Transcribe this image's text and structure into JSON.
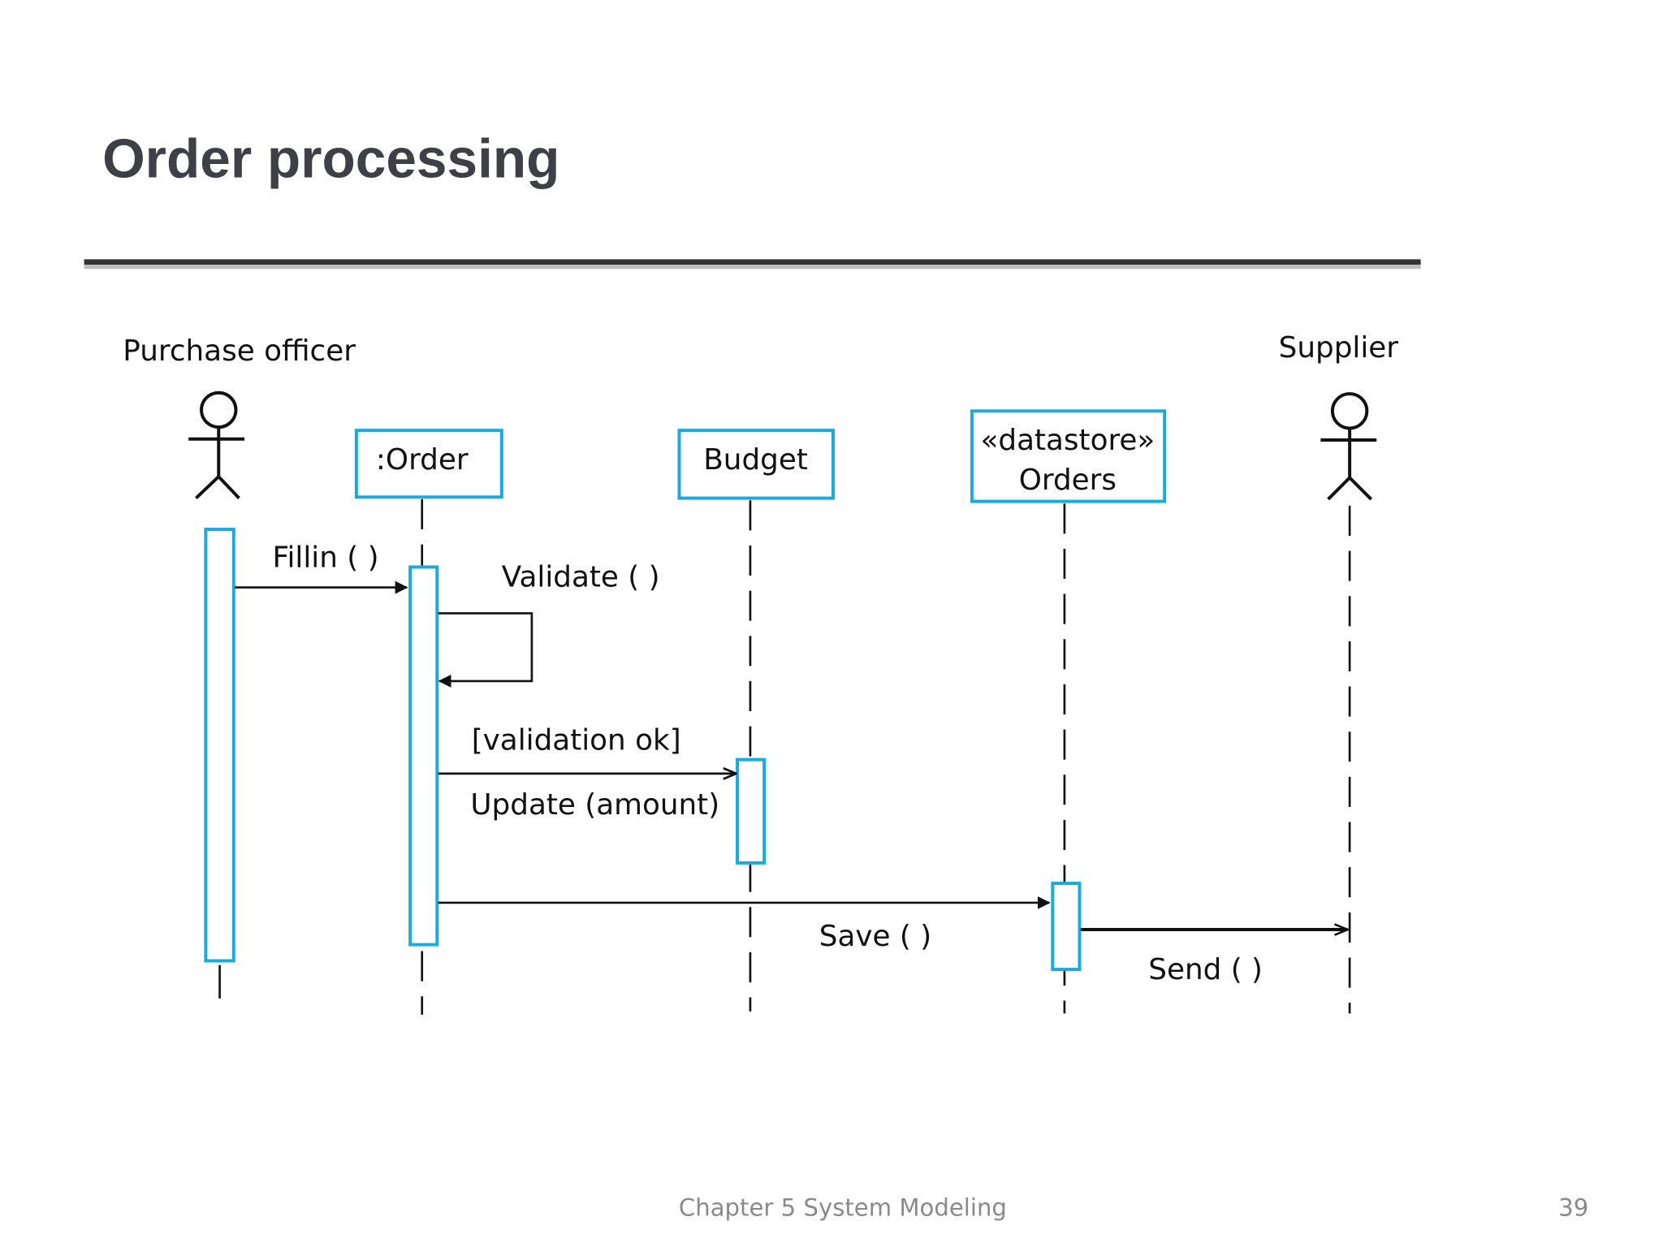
{
  "slide": {
    "title": "Order processing",
    "footer": "Chapter 5 System Modeling",
    "page_number": "39"
  },
  "diagram": {
    "actors": [
      {
        "label": "Purchase officer"
      },
      {
        "label": "Supplier"
      }
    ],
    "objects": [
      {
        "label": ":Order"
      },
      {
        "label": "Budget"
      },
      {
        "stereotype": "«datastore»",
        "label": "Orders"
      }
    ],
    "messages": [
      {
        "label": "Fillin ( )"
      },
      {
        "label": "Validate ( )"
      },
      {
        "guard": "[validation ok]",
        "label": "Update (amount)"
      },
      {
        "label": "Save ( )"
      },
      {
        "label": "Send ( )"
      }
    ],
    "colors": {
      "object_border": "#19abe0",
      "title": "#3f3f47"
    }
  }
}
